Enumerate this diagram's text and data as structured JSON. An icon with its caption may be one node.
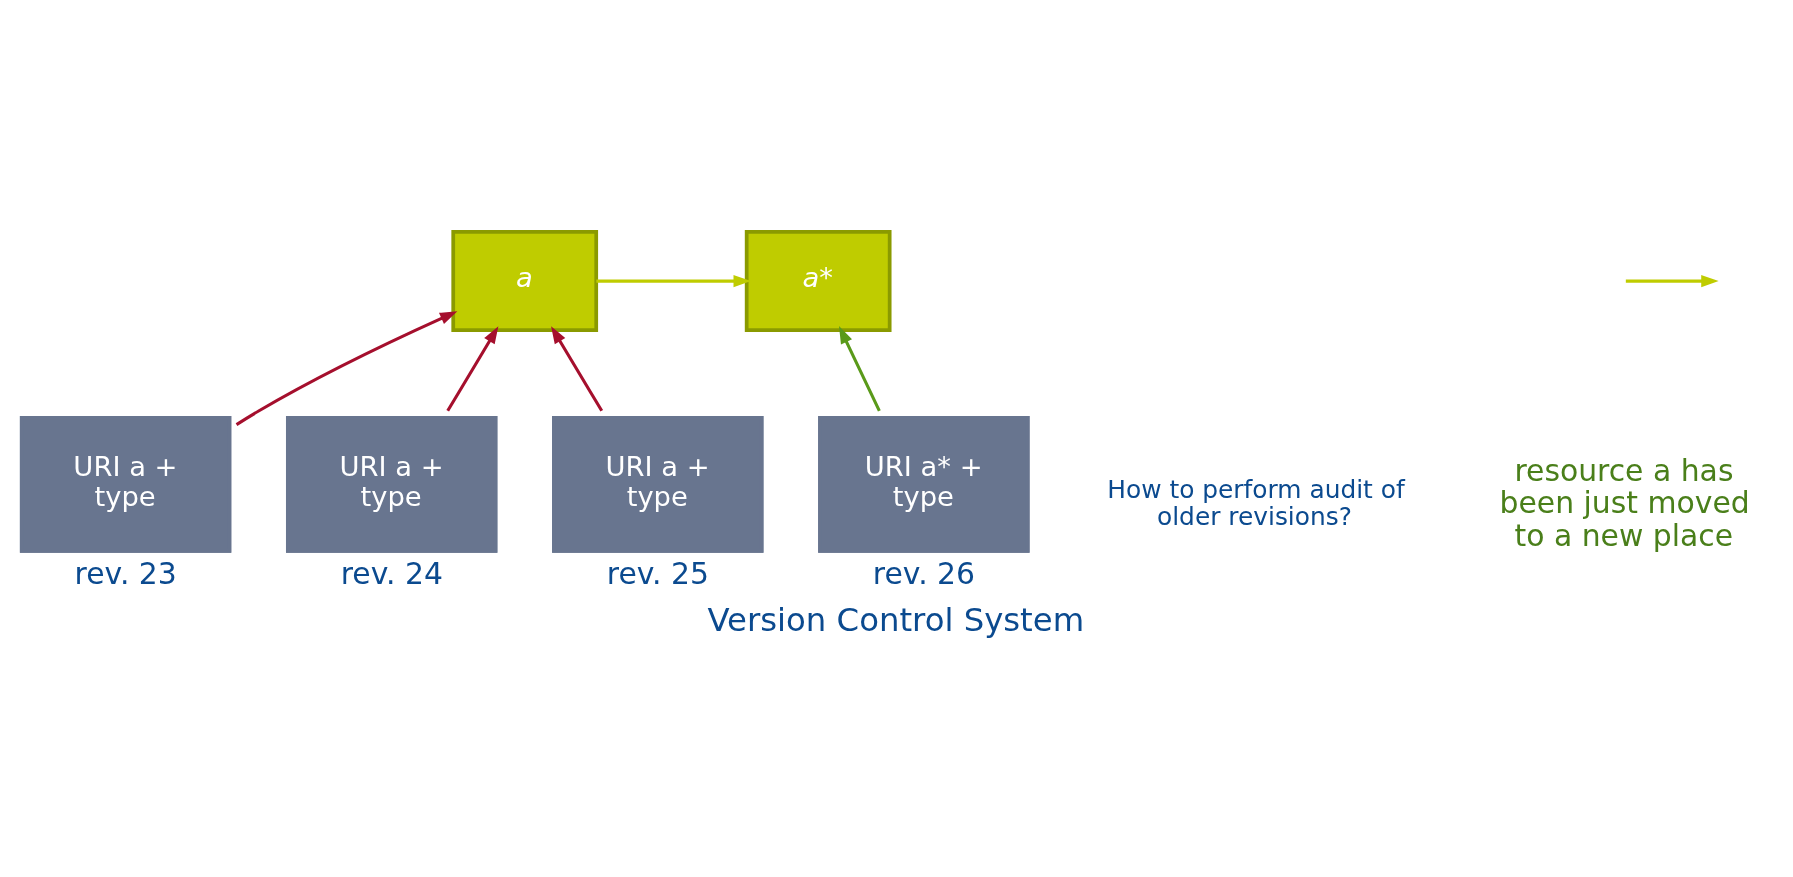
{
  "diagram": {
    "caption": "Version Control System",
    "nodes": [
      {
        "text": [
          "a"
        ]
      },
      {
        "text": [
          "a*"
        ]
      },
      {
        "text": [
          "URI a + type"
        ],
        "beside": [
          "rev. 23"
        ]
      },
      {
        "text": [
          "URI a + type"
        ],
        "beside": [
          "rev. 24"
        ]
      },
      {
        "text": [
          "URI a + type"
        ],
        "beside": [
          "rev. 25"
        ]
      },
      {
        "text": [
          "URI a* + type"
        ],
        "beside": [
          "rev. 26"
        ]
      }
    ],
    "edges": [
      {
        "from": 0,
        "to": 1,
        "arrow": "to",
        "color": "#bfcc00"
      },
      {
        "from": 2,
        "to": 0,
        "arrow": "to"
      },
      {
        "from": 3,
        "to": 0,
        "arrow": "to"
      },
      {
        "from": 4,
        "to": 0,
        "arrow": "to"
      },
      {
        "from": 5,
        "to": 1,
        "arrow": "to",
        "color": "#5a9a1a"
      }
    ],
    "labels": [
      "How to perform audit of older revisions?"
    ],
    "legend": [
      {
        "text": "resource a has been just moved to a new place"
      }
    ]
  }
}
